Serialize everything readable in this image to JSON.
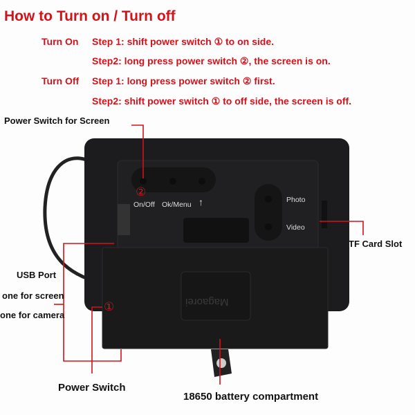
{
  "title": "How to Turn on / Turn off",
  "instructions": {
    "turn_on_label": "Turn On",
    "turn_on_step1": "Step 1: shift power switch ①  to on side.",
    "turn_on_step2": "Step2: long press power switch ②, the screen is on.",
    "turn_off_label": "Turn Off",
    "turn_off_step1": "Step 1: long press power switch ②  first.",
    "turn_off_step2": "Step2:  shift power switch ①  to off side, the screen is off."
  },
  "callouts": {
    "power_switch_screen": "Power Switch for Screen",
    "tf_card_slot": "TF Card Slot",
    "usb_port": "USB Port",
    "one_for_screen": "one for screen",
    "one_for_camera": "one for camera",
    "power_switch": "Power Switch",
    "battery": "18650 battery compartment"
  },
  "device_labels": {
    "marker_2": "②",
    "marker_1": "①",
    "on_off": "On/Off",
    "ok_menu": "Ok/Menu",
    "up_arrow": "↑",
    "photo": "Photo",
    "video": "Video",
    "brand": "Magaorei"
  },
  "colors": {
    "accent_red": "#d3121b",
    "device": "#1c1c1e"
  }
}
